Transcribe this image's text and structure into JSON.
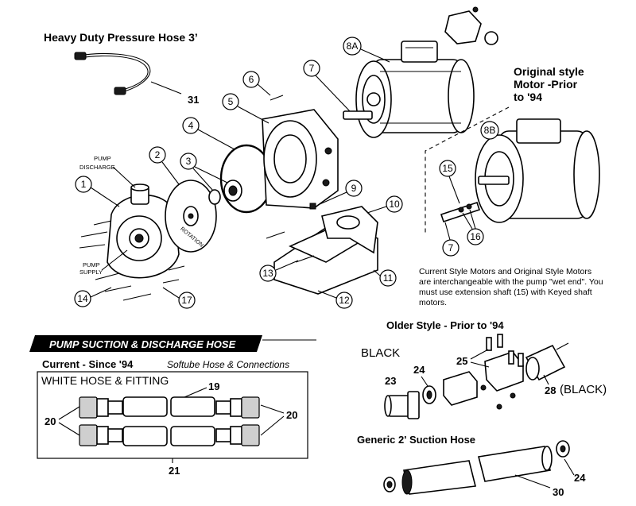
{
  "labels": {
    "heavy_duty_hose": "Heavy Duty Pressure Hose 3’",
    "original_style_l1": "Original style",
    "original_style_l2": "Motor -Prior",
    "original_style_l3": "to '94",
    "pump_discharge_l1": "PUMP",
    "pump_discharge_l2": "DISCHARGE",
    "pump_supply_l1": "PUMP",
    "pump_supply_l2": "SUPPLY",
    "rotation": "ROTATION",
    "note_l1": "Current Style Motors and Original Style Motors",
    "note_l2": "are interchangeable with the pump \"wet end\". You",
    "note_l3": "must use extension shaft (15) with Keyed shaft",
    "note_l4": "motors.",
    "section_banner": "PUMP SUCTION & DISCHARGE HOSE",
    "current_since": "Current - Since '94",
    "softube": "Softube Hose & Connections",
    "white_hose": "WHITE HOSE & FITTING",
    "older_style": "Older Style - Prior to '94",
    "black": "BLACK",
    "black_paren": "(BLACK)",
    "generic_suction": "Generic 2' Suction Hose"
  },
  "callouts": {
    "c1": "1",
    "c2": "2",
    "c3": "3",
    "c4": "4",
    "c5": "5",
    "c6": "6",
    "c7a": "7",
    "c7b": "7",
    "c8a": "8A",
    "c8b": "8B",
    "c9": "9",
    "c10": "10",
    "c11": "11",
    "c12": "12",
    "c13": "13",
    "c14": "14",
    "c15": "15",
    "c16": "16",
    "c17": "17",
    "c19": "19",
    "c20a": "20",
    "c20b": "20",
    "c21": "21",
    "c23": "23",
    "c24a": "24",
    "c24b": "24",
    "c25": "25",
    "c28": "28",
    "c30": "30",
    "c31": "31"
  }
}
